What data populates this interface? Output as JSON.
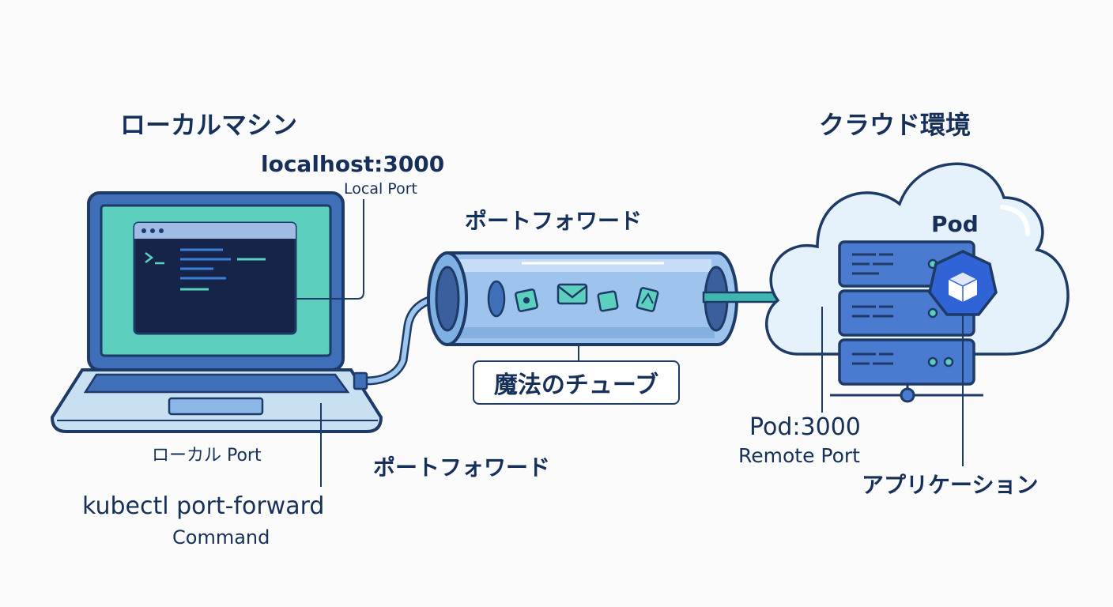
{
  "local": {
    "title": "ローカルマシン",
    "host": "localhost:3000",
    "host_sub": "Local Port",
    "port_label": "ローカル Port",
    "command": "kubectl port-forward",
    "command_sub": "Command"
  },
  "tunnel": {
    "title": "ポートフォワード",
    "tag": "魔法のチューブ",
    "bottom_label": "ポートフォワード"
  },
  "cloud": {
    "title": "クラウド環境",
    "pod": "Pod",
    "remote": "Pod:3000",
    "remote_sub": "Remote Port",
    "app": "アプリケーション"
  },
  "colors": {
    "navy": "#1e3a66",
    "screen_teal": "#5ccfbf",
    "terminal": "#16244a",
    "tube_blue": "#8ab7e8",
    "server_blue": "#4a7bd0",
    "k8s_blue": "#2f63d6",
    "cloud_fill": "#e6f2fb",
    "cable_teal": "#3fb6b0"
  },
  "icons": [
    "terminal-prompt-icon",
    "file-icon",
    "mail-icon",
    "cube-icon",
    "document-icon",
    "kubernetes-pod-icon"
  ]
}
